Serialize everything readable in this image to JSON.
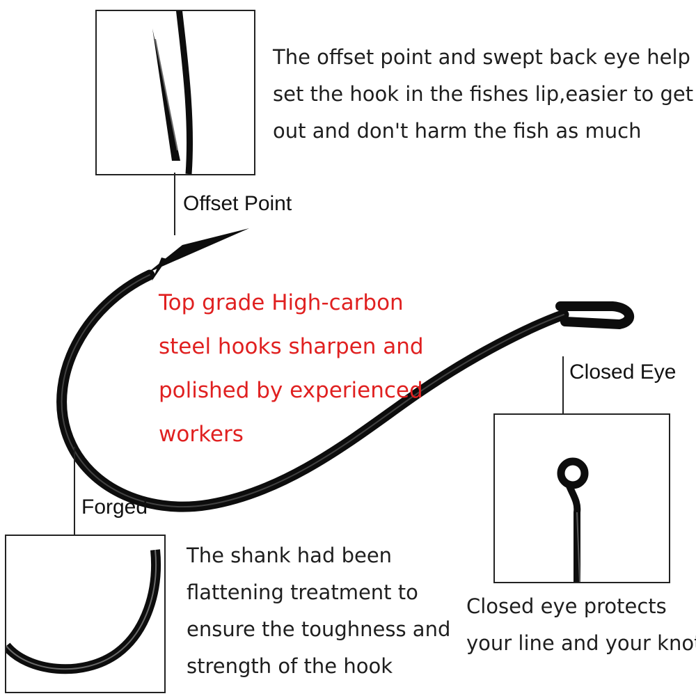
{
  "top_description": {
    "line1": "The offset point and swept back eye help",
    "line2": "set the hook in the fishes lip,easier to get",
    "line3": "out and don't harm the fish as much"
  },
  "labels": {
    "offset_point": "Offset Point",
    "closed_eye": "Closed Eye",
    "forged": "Forged"
  },
  "center_text": {
    "line1": "Top grade High-carbon",
    "line2": "steel hooks sharpen and",
    "line3": "polished by experienced",
    "line4": "workers",
    "color": "#e02020"
  },
  "shank_description": {
    "line1": "The shank had been",
    "line2": "flattening treatment to",
    "line3": "ensure the toughness and",
    "line4": "strength of the hook"
  },
  "eye_description": {
    "line1": "Closed eye protects",
    "line2": "your line and your knot"
  },
  "colors": {
    "hook": "#111111",
    "text": "#1e1e1e",
    "accent_red": "#e02020"
  }
}
